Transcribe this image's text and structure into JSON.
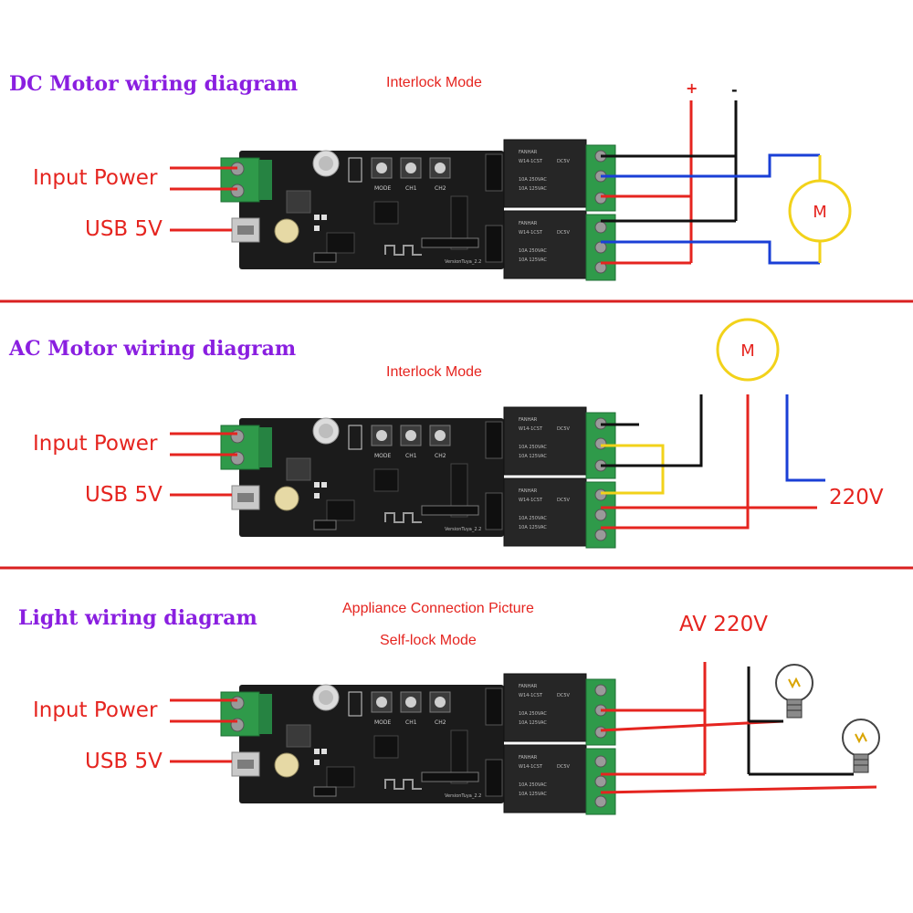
{
  "colors": {
    "title": "#8a1fe0",
    "label": "#e5241f",
    "divider": "#d92020",
    "wire_red": "#e5241f",
    "wire_black": "#111111",
    "wire_blue": "#1a3fd6",
    "wire_yellow": "#f2d21a",
    "pcb": "#1b1b1b",
    "terminal": "#2f9a4a",
    "relay": "#262626"
  },
  "board": {
    "relay_brand": "FANHAR",
    "relay_model": "W14-1CST",
    "relay_voltage": "DC5V",
    "relay_rating_1": "10A 250VAC",
    "relay_rating_2": "10A 125VAC",
    "button_labels": [
      "MODE",
      "CH1",
      "CH2"
    ],
    "version_text": "VersionTuya_2.2"
  },
  "sections": [
    {
      "title": "DC Motor wiring diagram",
      "modes": [
        "Interlock Mode"
      ],
      "input_label": "Input Power",
      "usb_label": "USB 5V",
      "motor_label": "M",
      "polarity_pos": "+",
      "polarity_neg": "-"
    },
    {
      "title": "AC Motor wiring diagram",
      "modes": [
        "Interlock Mode"
      ],
      "input_label": "Input Power",
      "usb_label": "USB 5V",
      "motor_label": "M",
      "voltage_label": "220V"
    },
    {
      "title": "Light wiring diagram",
      "modes": [
        "Appliance Connection Picture",
        "Self-lock Mode"
      ],
      "input_label": "Input Power",
      "usb_label": "USB 5V",
      "voltage_label": "AV 220V"
    }
  ]
}
